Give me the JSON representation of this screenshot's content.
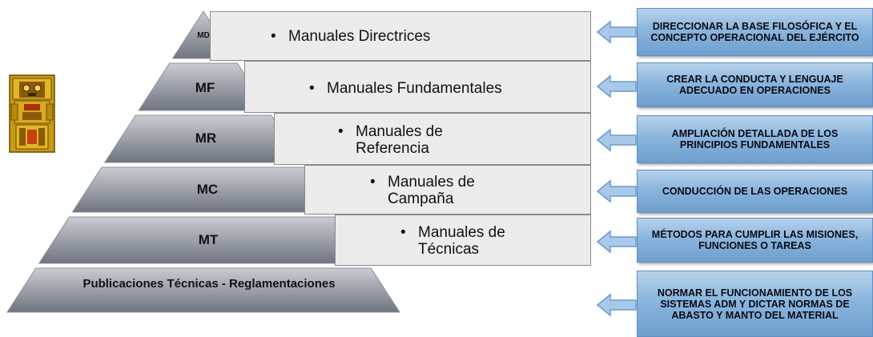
{
  "pyramid": {
    "levels": [
      {
        "abbr": "MD",
        "panel_text": "Manuales Directrices"
      },
      {
        "abbr": "MF",
        "panel_text": "Manuales Fundamentales"
      },
      {
        "abbr": "MR",
        "panel_text": "Manuales de Referencia"
      },
      {
        "abbr": "MC",
        "panel_text": "Manuales de Campaña"
      },
      {
        "abbr": "MT",
        "panel_text": "Manuales de Técnicas"
      }
    ],
    "base_label": "Publicaciones Técnicas - Reglamentaciones"
  },
  "right_boxes": [
    "DIRECCIONAR LA BASE FILOSÓFICA Y EL CONCEPTO OPERACIONAL DEL EJÉRCITO",
    "CREAR LA CONDUCTA Y LENGUAJE ADECUADO EN OPERACIONES",
    "AMPLIACIÓN DETALLADA DE LOS PRINCIPIOS FUNDAMENTALES",
    "CONDUCCIÓN DE LAS OPERACIONES",
    "MÉTODOS PARA CUMPLIR LAS MISIONES, FUNCIONES O TAREAS",
    "NORMAR EL FUNCIONAMIENTO DE LOS SISTEMAS ADM Y DICTAR NORMAS DE ABASTO Y MANTO DEL MATERIAL"
  ],
  "colors": {
    "pyramid_light": "#c9ccd2",
    "pyramid_dark": "#6e7480",
    "panel_fill": "#ececec",
    "box_blue": "#8ab5dd",
    "arrow_blue": "#9cc2e6",
    "idol_gold": "#d4a417"
  },
  "icons": {
    "emblem": "tiwanaku-idol-icon",
    "arrow": "left-arrow-icon"
  }
}
